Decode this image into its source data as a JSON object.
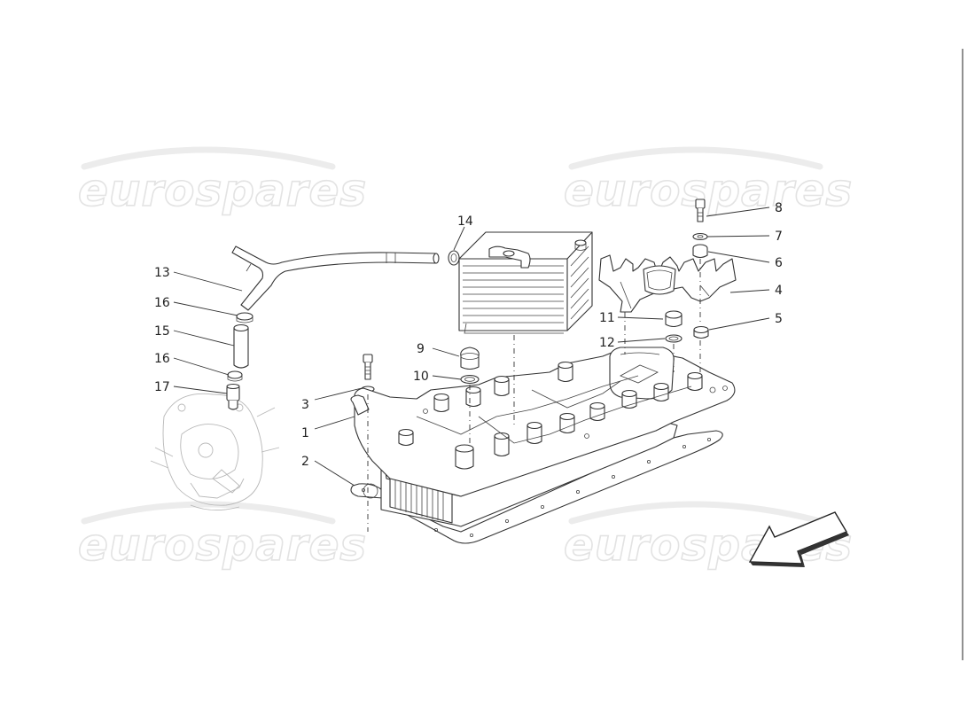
{
  "watermark": {
    "text": "eurospares"
  },
  "callouts": [
    {
      "id": "callout-1",
      "label": "1"
    },
    {
      "id": "callout-2",
      "label": "2"
    },
    {
      "id": "callout-3",
      "label": "3"
    },
    {
      "id": "callout-4",
      "label": "4"
    },
    {
      "id": "callout-5",
      "label": "5"
    },
    {
      "id": "callout-6",
      "label": "6"
    },
    {
      "id": "callout-7",
      "label": "7"
    },
    {
      "id": "callout-8",
      "label": "8"
    },
    {
      "id": "callout-9",
      "label": "9"
    },
    {
      "id": "callout-10",
      "label": "10"
    },
    {
      "id": "callout-11",
      "label": "11"
    },
    {
      "id": "callout-12",
      "label": "12"
    },
    {
      "id": "callout-13",
      "label": "13"
    },
    {
      "id": "callout-14",
      "label": "14"
    },
    {
      "id": "callout-15",
      "label": "15"
    },
    {
      "id": "callout-16a",
      "label": "16"
    },
    {
      "id": "callout-16b",
      "label": "16"
    },
    {
      "id": "callout-17",
      "label": "17"
    }
  ],
  "colors": {
    "line": "#333333",
    "watermark": "#e3e3e3",
    "ghost": "#b8b8b8"
  }
}
